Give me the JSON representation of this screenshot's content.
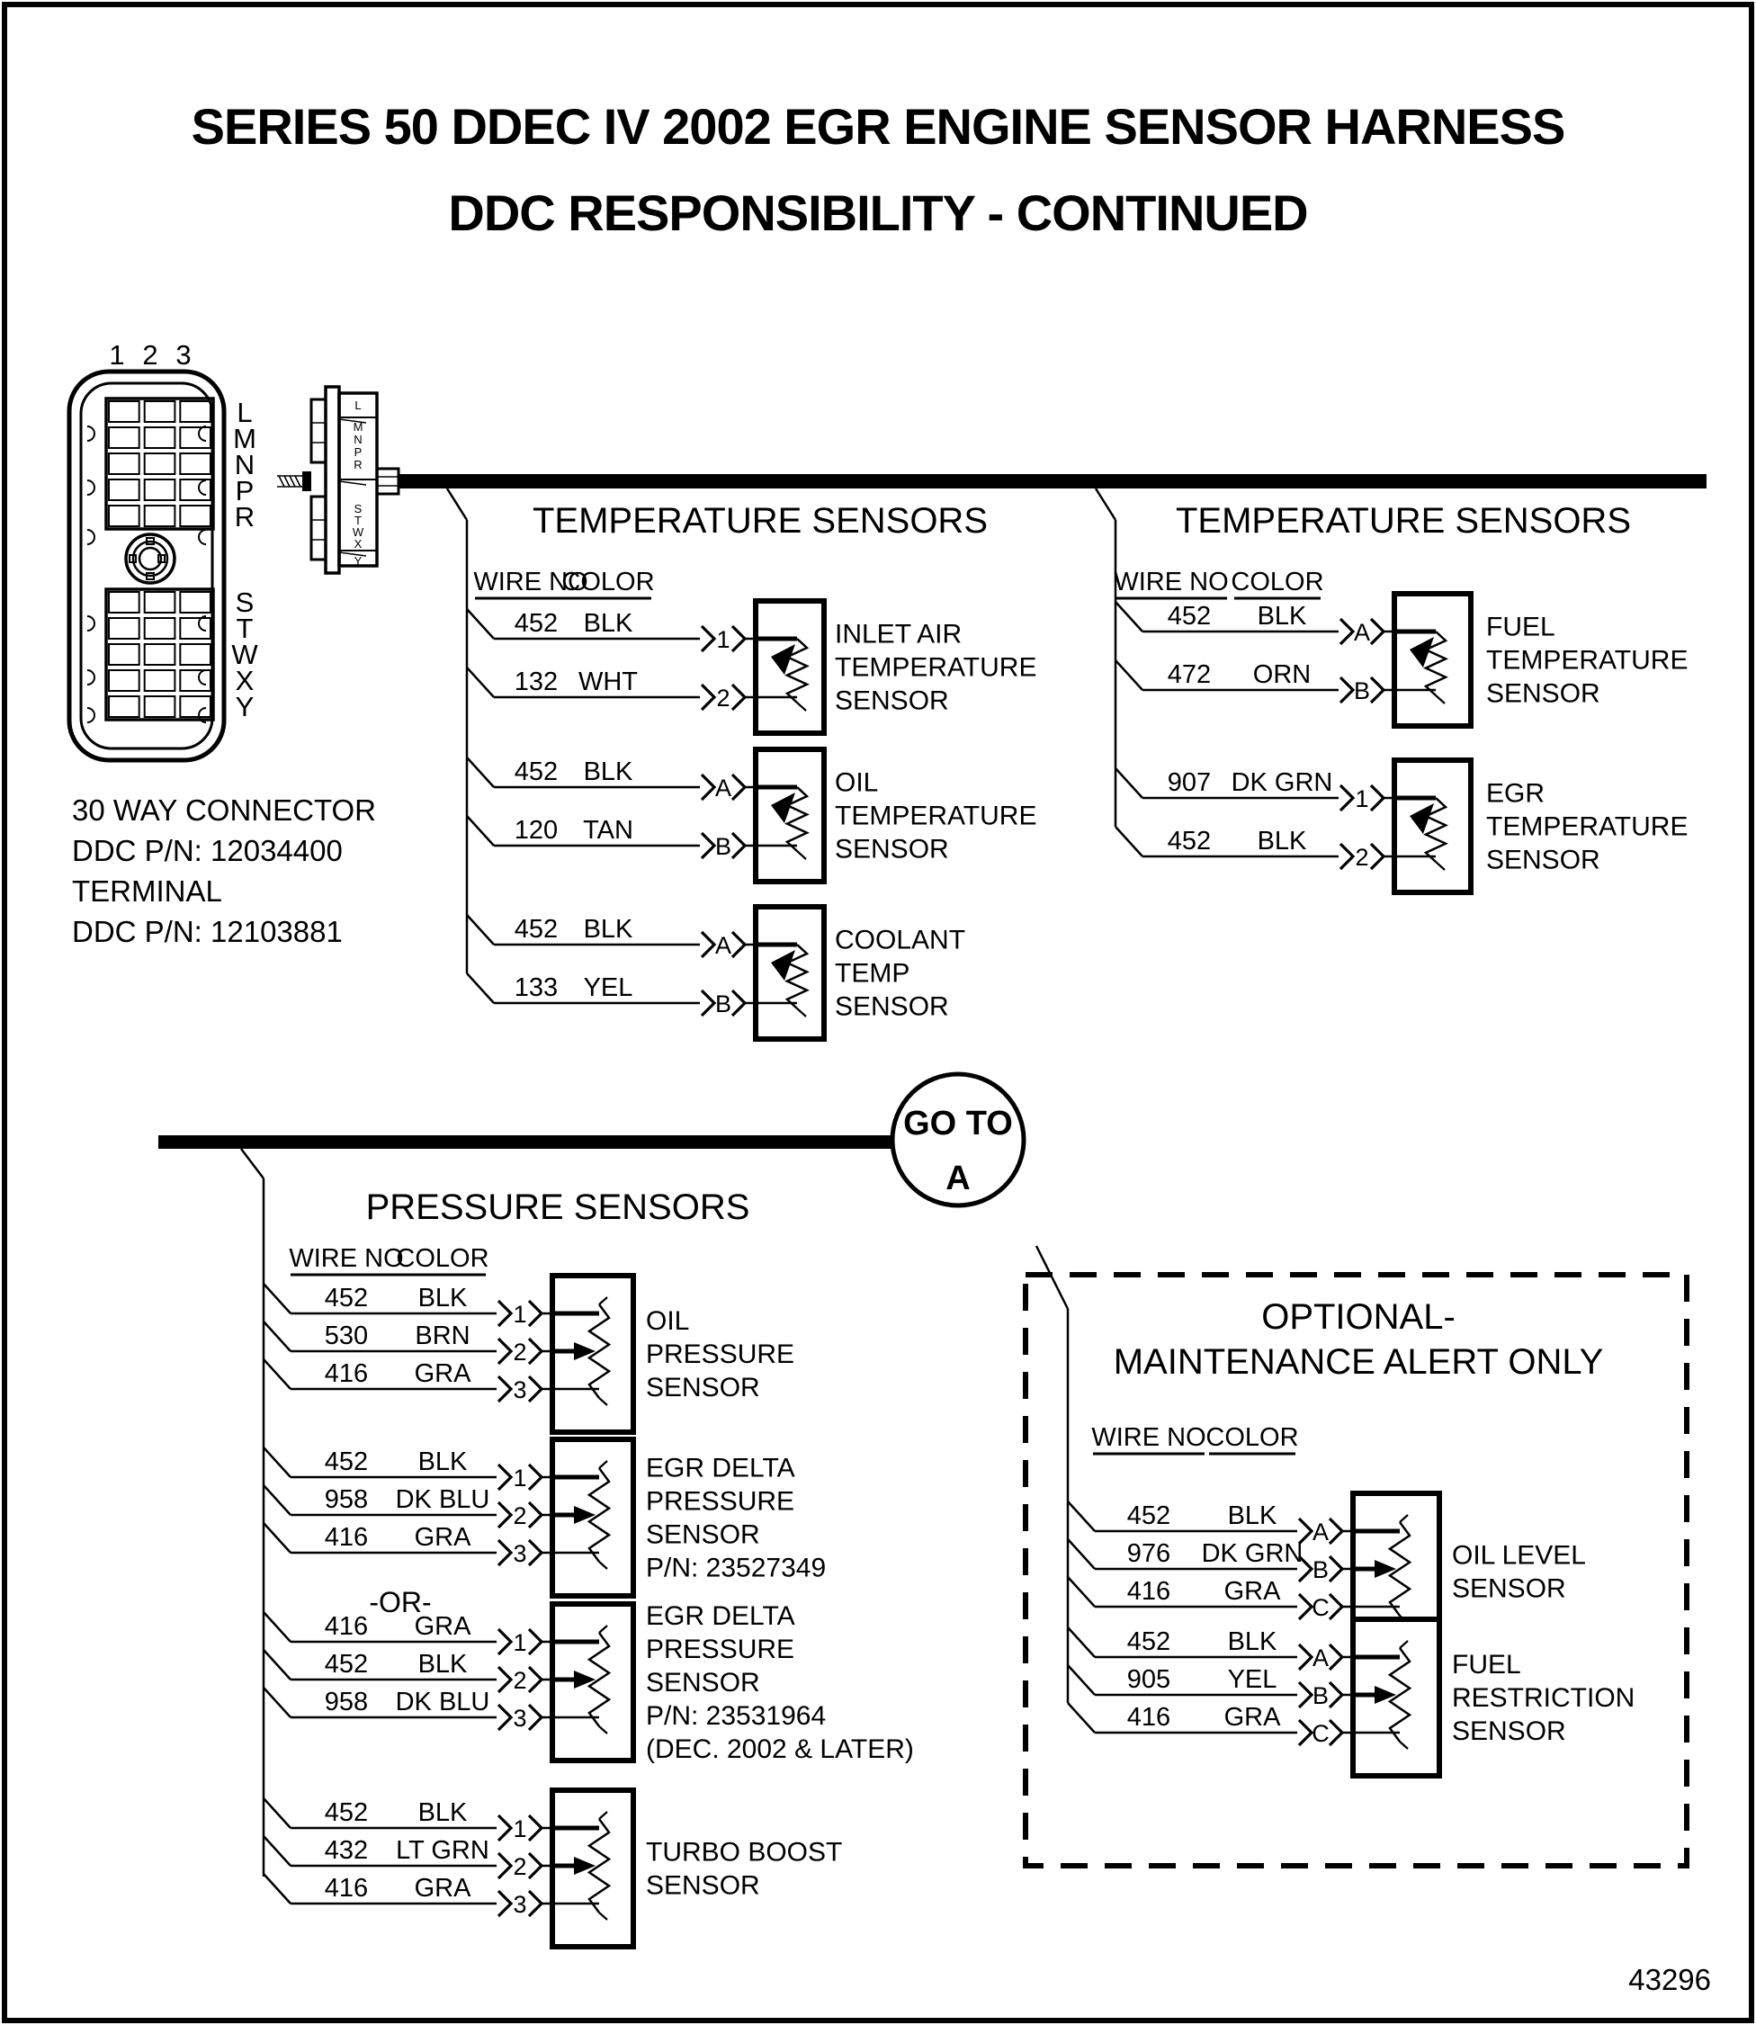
{
  "title_line1": "SERIES 50 DDEC IV 2002 EGR  ENGINE SENSOR HARNESS",
  "title_line2": "DDC RESPONSIBILITY - CONTINUED",
  "figure_number": "43296",
  "goto": {
    "line1": "GO TO",
    "line2": "A"
  },
  "or_separator": "-OR-",
  "connector": {
    "pin_columns": [
      "1",
      "2",
      "3"
    ],
    "row_letters_top": [
      "L",
      "M",
      "N",
      "P",
      "R"
    ],
    "row_letters_bottom": [
      "S",
      "T",
      "W",
      "X",
      "Y"
    ],
    "caption_lines": [
      "30 WAY CONNECTOR",
      "DDC P/N: 12034400",
      "TERMINAL",
      "DDC P/N: 12103881"
    ]
  },
  "column_headers": {
    "wire_no": "WIRE NO",
    "color": "COLOR"
  },
  "sections": {
    "temp_left": {
      "title": "TEMPERATURE SENSORS",
      "sensors": [
        {
          "label_lines": [
            "INLET AIR",
            "TEMPERATURE",
            "SENSOR"
          ],
          "symbol": "thermistor",
          "wires": [
            {
              "wire_no": "452",
              "color": "BLK",
              "pin": "1"
            },
            {
              "wire_no": "132",
              "color": "WHT",
              "pin": "2"
            }
          ]
        },
        {
          "label_lines": [
            "OIL",
            "TEMPERATURE",
            "SENSOR"
          ],
          "symbol": "thermistor",
          "wires": [
            {
              "wire_no": "452",
              "color": "BLK",
              "pin": "A"
            },
            {
              "wire_no": "120",
              "color": "TAN",
              "pin": "B"
            }
          ]
        },
        {
          "label_lines": [
            "COOLANT",
            "TEMP",
            "SENSOR"
          ],
          "symbol": "thermistor",
          "wires": [
            {
              "wire_no": "452",
              "color": "BLK",
              "pin": "A"
            },
            {
              "wire_no": "133",
              "color": "YEL",
              "pin": "B"
            }
          ]
        }
      ]
    },
    "temp_right": {
      "title": "TEMPERATURE SENSORS",
      "sensors": [
        {
          "label_lines": [
            "FUEL",
            "TEMPERATURE",
            "SENSOR"
          ],
          "symbol": "thermistor",
          "wires": [
            {
              "wire_no": "452",
              "color": "BLK",
              "pin": "A"
            },
            {
              "wire_no": "472",
              "color": "ORN",
              "pin": "B"
            }
          ]
        },
        {
          "label_lines": [
            "EGR",
            "TEMPERATURE",
            "SENSOR"
          ],
          "symbol": "thermistor",
          "wires": [
            {
              "wire_no": "907",
              "color": "DK GRN",
              "pin": "1"
            },
            {
              "wire_no": "452",
              "color": "BLK",
              "pin": "2"
            }
          ]
        }
      ]
    },
    "pressure": {
      "title": "PRESSURE SENSORS",
      "sensors": [
        {
          "label_lines": [
            "OIL",
            "PRESSURE",
            "SENSOR"
          ],
          "symbol": "potentiometer",
          "wires": [
            {
              "wire_no": "452",
              "color": "BLK",
              "pin": "1"
            },
            {
              "wire_no": "530",
              "color": "BRN",
              "pin": "2"
            },
            {
              "wire_no": "416",
              "color": "GRA",
              "pin": "3"
            }
          ]
        },
        {
          "label_lines": [
            "EGR DELTA",
            "PRESSURE",
            "SENSOR",
            "P/N: 23527349"
          ],
          "symbol": "potentiometer",
          "wires": [
            {
              "wire_no": "452",
              "color": "BLK",
              "pin": "1"
            },
            {
              "wire_no": "958",
              "color": "DK BLU",
              "pin": "2"
            },
            {
              "wire_no": "416",
              "color": "GRA",
              "pin": "3"
            }
          ]
        },
        {
          "label_lines": [
            "EGR DELTA",
            "PRESSURE",
            "SENSOR",
            "P/N: 23531964",
            "(DEC. 2002 & LATER)"
          ],
          "symbol": "potentiometer",
          "wires": [
            {
              "wire_no": "416",
              "color": "GRA",
              "pin": "1"
            },
            {
              "wire_no": "452",
              "color": "BLK",
              "pin": "2"
            },
            {
              "wire_no": "958",
              "color": "DK BLU",
              "pin": "3"
            }
          ]
        },
        {
          "label_lines": [
            "TURBO BOOST",
            "SENSOR"
          ],
          "symbol": "potentiometer",
          "wires": [
            {
              "wire_no": "452",
              "color": "BLK",
              "pin": "1"
            },
            {
              "wire_no": "432",
              "color": "LT GRN",
              "pin": "2"
            },
            {
              "wire_no": "416",
              "color": "GRA",
              "pin": "3"
            }
          ]
        }
      ]
    },
    "optional": {
      "title_lines": [
        "OPTIONAL-",
        "MAINTENANCE ALERT ONLY"
      ],
      "sensors": [
        {
          "label_lines": [
            "OIL LEVEL",
            "SENSOR"
          ],
          "symbol": "potentiometer",
          "wires": [
            {
              "wire_no": "452",
              "color": "BLK",
              "pin": "A"
            },
            {
              "wire_no": "976",
              "color": "DK GRN",
              "pin": "B"
            },
            {
              "wire_no": "416",
              "color": "GRA",
              "pin": "C"
            }
          ]
        },
        {
          "label_lines": [
            "FUEL",
            "RESTRICTION",
            "SENSOR"
          ],
          "symbol": "potentiometer",
          "wires": [
            {
              "wire_no": "452",
              "color": "BLK",
              "pin": "A"
            },
            {
              "wire_no": "905",
              "color": "YEL",
              "pin": "B"
            },
            {
              "wire_no": "416",
              "color": "GRA",
              "pin": "C"
            }
          ]
        }
      ]
    }
  }
}
